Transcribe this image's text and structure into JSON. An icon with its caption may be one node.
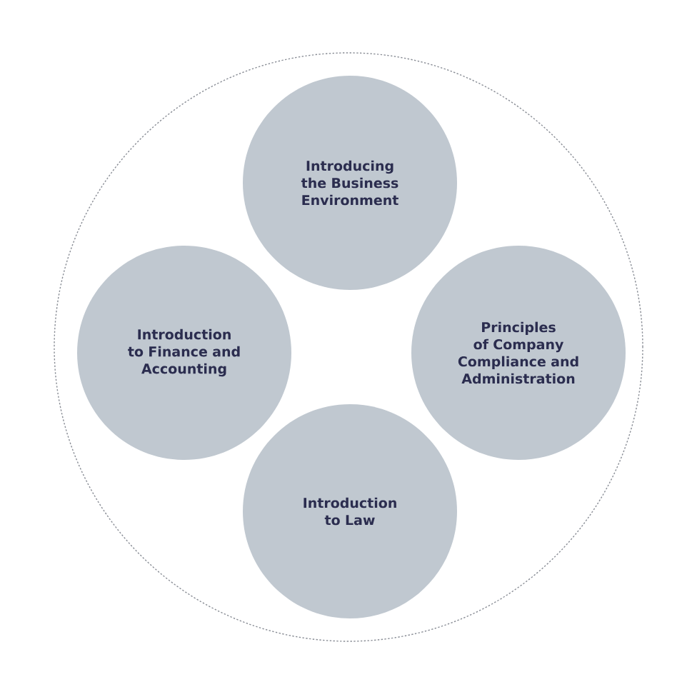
{
  "diagram": {
    "nodes": [
      {
        "text": [],
        "shape": "circle"
      },
      {
        "text": [
          "Introducing the Business Environment"
        ],
        "in": 0
      },
      {
        "text": [
          "Introduction to Finance and Accounting"
        ],
        "in": 0
      },
      {
        "text": [
          "Principles of Company Compliance and Administration"
        ],
        "in": 0
      },
      {
        "text": [
          "Introduction to Law"
        ],
        "in": 0
      }
    ]
  }
}
